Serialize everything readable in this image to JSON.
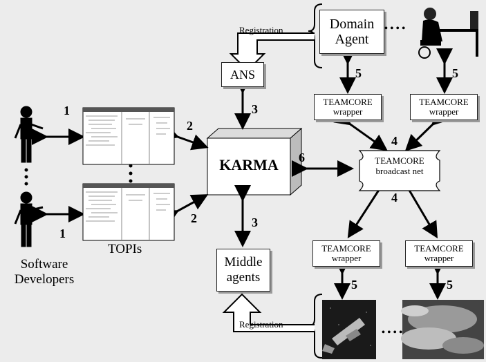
{
  "diagram": {
    "karma_label": "KARMA",
    "ans_label": "ANS",
    "domain_agent_label": "Domain Agent",
    "teamcore_wrapper_label": "TEAMCORE wrapper",
    "teamcore_net_label": "TEAMCORE broadcast net",
    "middle_agents_label": "Middle agents",
    "topis_label": "TOPIs",
    "developers_label": "Software Developers",
    "registration_label": "Registration",
    "ellipsis": "• • • •",
    "edge_numbers": {
      "developer_topi": "1",
      "topi_karma": "2",
      "karma_registry": "3",
      "teamcore_net": "4",
      "wrapper_agent": "5",
      "karma_net": "6"
    }
  }
}
